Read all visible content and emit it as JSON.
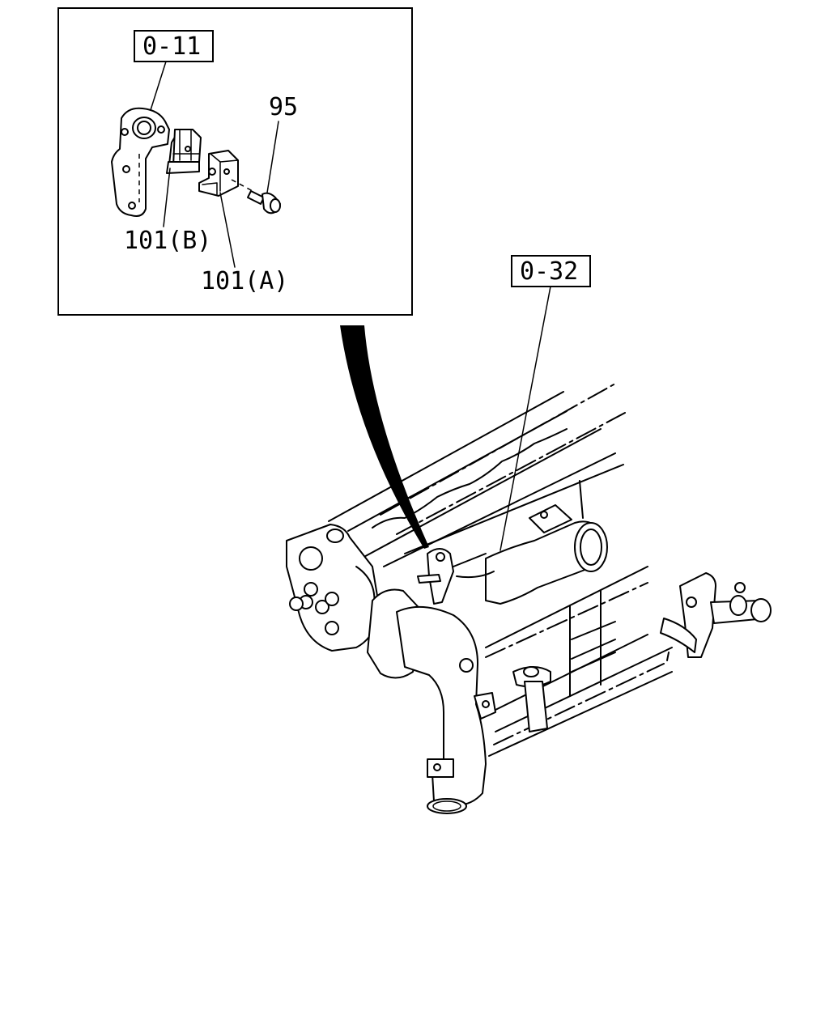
{
  "inset": {
    "ref_top": "0-11",
    "callouts": {
      "bolt": "95",
      "clip_b": "101(B)",
      "clip_a": "101(A)"
    }
  },
  "main": {
    "ref_main": "0-32"
  }
}
